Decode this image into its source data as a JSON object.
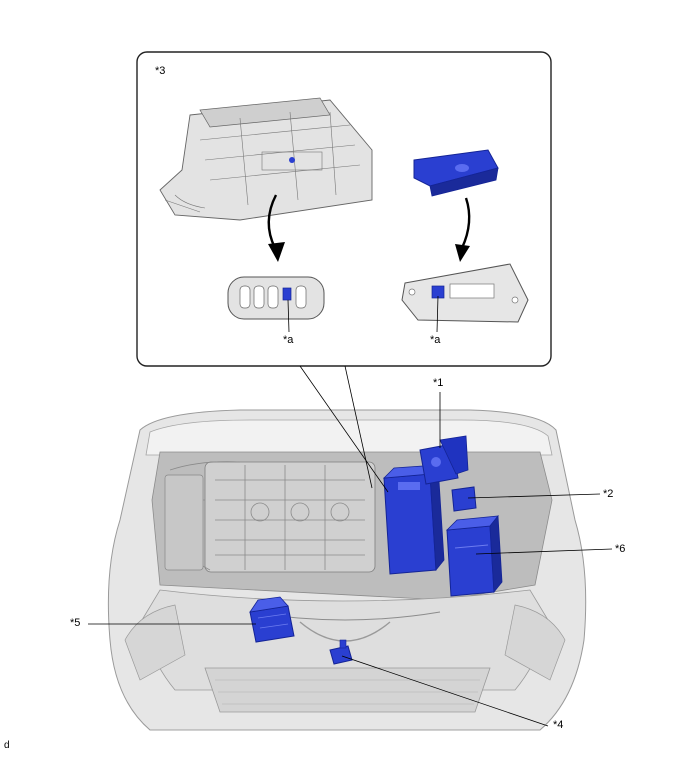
{
  "inset": {
    "label": "*3",
    "connector_left_label": "*a",
    "connector_right_label": "*a"
  },
  "callouts": {
    "c1": "*1",
    "c2": "*2",
    "c4": "*4",
    "c5": "*5",
    "c6": "*6"
  },
  "footer_id": "d",
  "colors": {
    "highlight_blue": "#2a3fd1",
    "highlight_blue_dark": "#1a2a9a",
    "body_gray": "#d9d9d9",
    "line_gray": "#8c8c8c",
    "inset_border": "#222222"
  }
}
